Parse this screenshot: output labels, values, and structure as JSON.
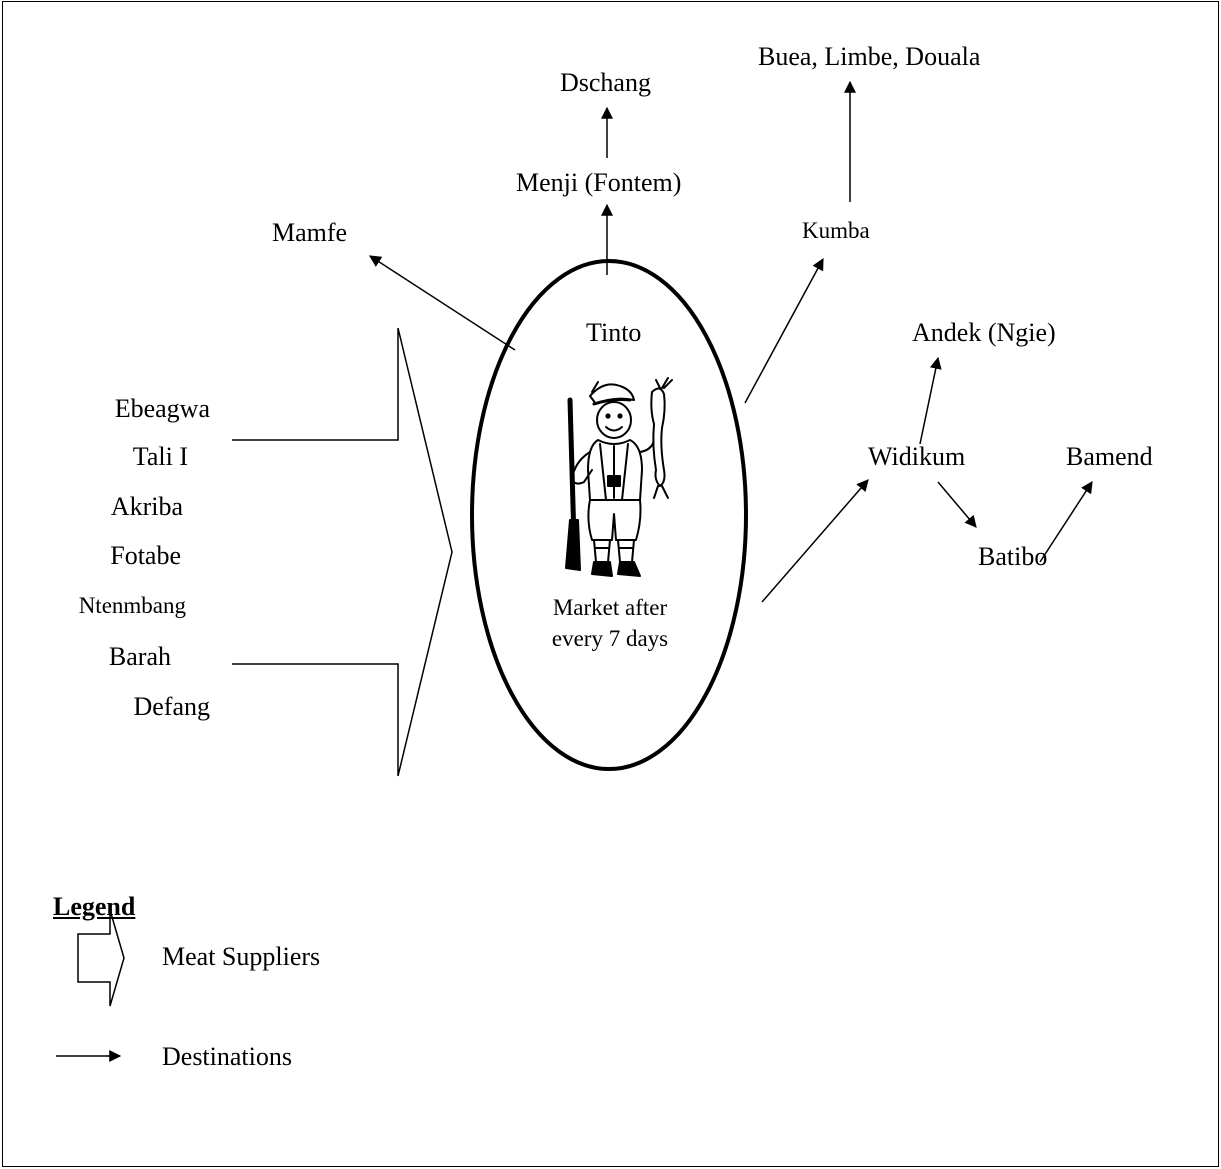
{
  "hub": {
    "name": "Tinto",
    "market_note": "Market after every 7 days"
  },
  "destinations": {
    "dschang": "Dschang",
    "buea_limbe_douala": "Buea, Limbe, Douala",
    "menji": "Menji (Fontem)",
    "mamfe": "Mamfe",
    "kumba": "Kumba",
    "andek": "Andek (Ngie)",
    "widikum": "Widikum",
    "bamend": "Bamend",
    "batibo": "Batibo"
  },
  "suppliers": [
    "Ebeagwa",
    "Tali I",
    "Akriba",
    "Fotabe",
    "Ntenmbang",
    "Barah",
    "Defang"
  ],
  "legend": {
    "title": "Legend",
    "suppliers_label": "Meat Suppliers",
    "destinations_label": "Destinations"
  }
}
